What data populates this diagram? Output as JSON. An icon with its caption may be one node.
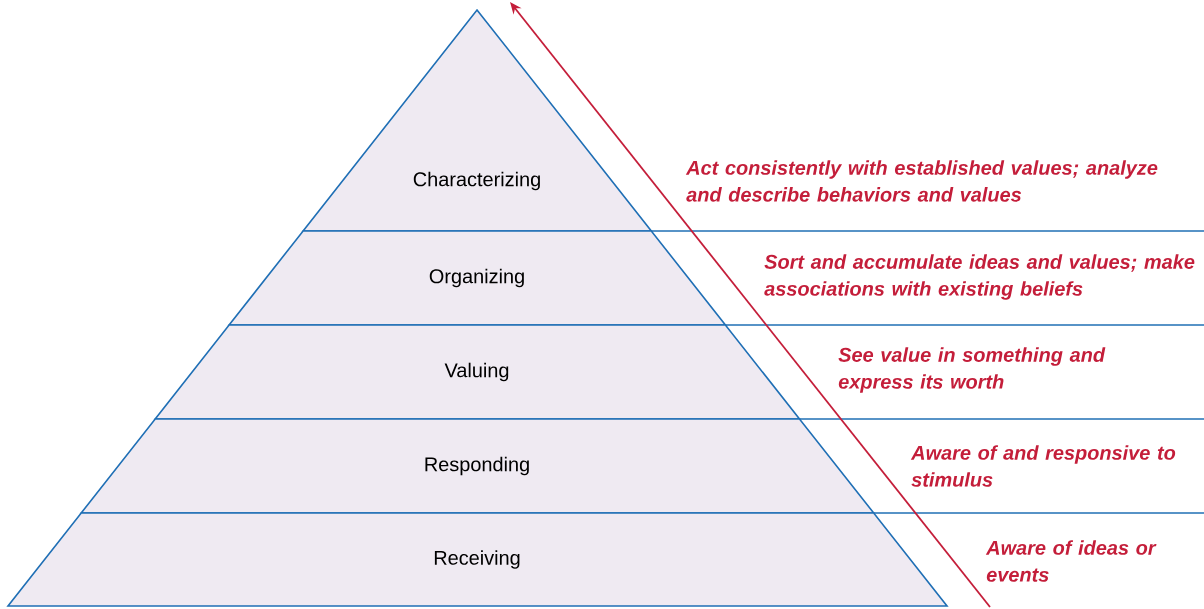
{
  "diagram": {
    "nodes": [
      {
        "text": [
          "Characterizing"
        ],
        "beside": [
          "Act consistently with established values; analyze and describe behaviors and values"
        ]
      },
      {
        "text": [
          "Organizing"
        ],
        "beside": [
          "Sort and accumulate ideas and values; make associations with existing beliefs"
        ]
      },
      {
        "text": [
          "Valuing"
        ],
        "beside": [
          "See value in something and express its worth"
        ]
      },
      {
        "text": [
          "Responding"
        ],
        "beside": [
          "Aware of and responsive to stimulus"
        ]
      },
      {
        "text": [
          "Receiving"
        ],
        "beside": [
          "Aware of ideas or events"
        ]
      }
    ]
  }
}
